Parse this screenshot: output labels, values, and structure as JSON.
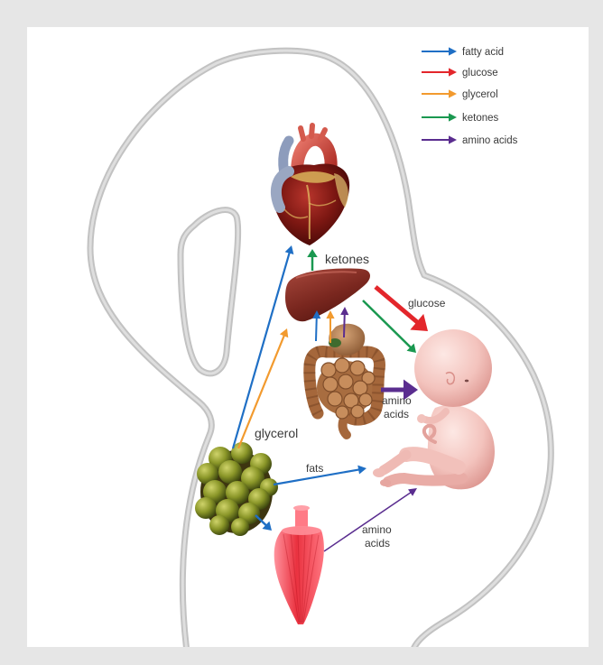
{
  "legend": [
    {
      "label": "fatty acid",
      "color": "#1f6fc5"
    },
    {
      "label": "glucose",
      "color": "#e3262b"
    },
    {
      "label": "glycerol",
      "color": "#f29a2e"
    },
    {
      "label": "ketones",
      "color": "#1a9850"
    },
    {
      "label": "amino acids",
      "color": "#5a2d8f"
    }
  ],
  "labels": {
    "ketones": "ketones",
    "glucose": "glucose",
    "amino_acids_gut": [
      "amino",
      "acids"
    ],
    "glycerol": "glycerol",
    "fats": "fats",
    "amino_acids_muscle": [
      "amino",
      "acids"
    ]
  }
}
